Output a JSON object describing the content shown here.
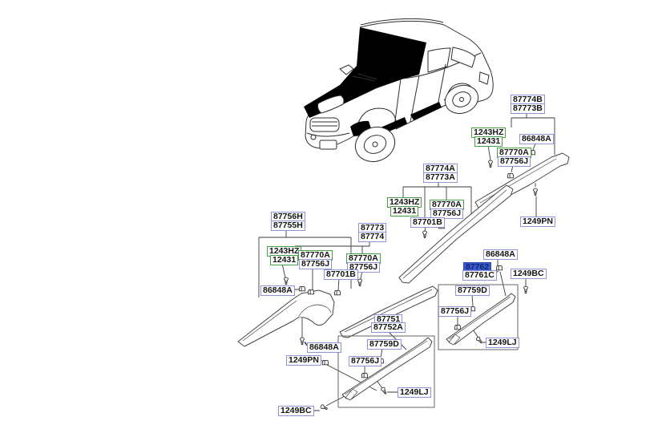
{
  "diagram": {
    "type": "vehicle-body-side-moulding-parts-diagram",
    "selected_label": "87762",
    "colors": {
      "label_border_blue": "#8f93d8",
      "label_border_green": "#44a244",
      "selected_fill": "#3a5ad5",
      "line": "#3a3a3a",
      "part_fill_black": "#000000",
      "background": "#ffffff"
    },
    "icons": [
      "screw-icon",
      "clip-icon"
    ]
  },
  "labels": [
    {
      "text": "87774B",
      "style": "blue"
    },
    {
      "text": "87773B",
      "style": "blue"
    },
    {
      "text": "1243HZ",
      "style": "green"
    },
    {
      "text": "12431",
      "style": "green"
    },
    {
      "text": "86848A",
      "style": "blue"
    },
    {
      "text": "87770A",
      "style": "green"
    },
    {
      "text": "87756J",
      "style": "blue"
    },
    {
      "text": "1249PN",
      "style": "blue"
    },
    {
      "text": "87774A",
      "style": "blue"
    },
    {
      "text": "87773A",
      "style": "blue"
    },
    {
      "text": "1243HZ",
      "style": "green"
    },
    {
      "text": "12431",
      "style": "green"
    },
    {
      "text": "87770A",
      "style": "green"
    },
    {
      "text": "87756J",
      "style": "blue"
    },
    {
      "text": "87701B",
      "style": "blue"
    },
    {
      "text": "87756H",
      "style": "blue"
    },
    {
      "text": "87755H",
      "style": "blue"
    },
    {
      "text": "87773",
      "style": "blue"
    },
    {
      "text": "87774",
      "style": "blue"
    },
    {
      "text": "1243HZ",
      "style": "green"
    },
    {
      "text": "12431",
      "style": "green"
    },
    {
      "text": "87770A",
      "style": "green"
    },
    {
      "text": "87756J",
      "style": "blue"
    },
    {
      "text": "87770A",
      "style": "green"
    },
    {
      "text": "87756J",
      "style": "blue"
    },
    {
      "text": "87701B",
      "style": "blue"
    },
    {
      "text": "86848A",
      "style": "blue"
    },
    {
      "text": "86848A",
      "style": "blue"
    },
    {
      "text": "87762",
      "style": "selected"
    },
    {
      "text": "87761C",
      "style": "blue"
    },
    {
      "text": "1249BC",
      "style": "blue"
    },
    {
      "text": "87759D",
      "style": "blue"
    },
    {
      "text": "87756J",
      "style": "blue"
    },
    {
      "text": "1249LJ",
      "style": "blue"
    },
    {
      "text": "87751",
      "style": "blue"
    },
    {
      "text": "87752A",
      "style": "blue"
    },
    {
      "text": "87759D",
      "style": "blue"
    },
    {
      "text": "87756J",
      "style": "blue"
    },
    {
      "text": "1249LJ",
      "style": "blue"
    },
    {
      "text": "86848A",
      "style": "blue"
    },
    {
      "text": "1249PN",
      "style": "blue"
    },
    {
      "text": "1249BC",
      "style": "blue"
    }
  ]
}
